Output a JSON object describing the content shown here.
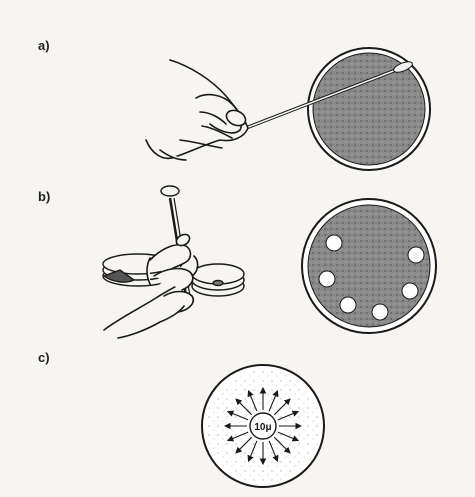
{
  "panels": {
    "a": {
      "label": "a)"
    },
    "b": {
      "label": "b)"
    },
    "c": {
      "label": "c)",
      "center_text": "10μ"
    }
  },
  "colors": {
    "ink": "#1a1a1a",
    "agar_fill": "#8d8d8d",
    "paper": "#f6f5f2"
  }
}
